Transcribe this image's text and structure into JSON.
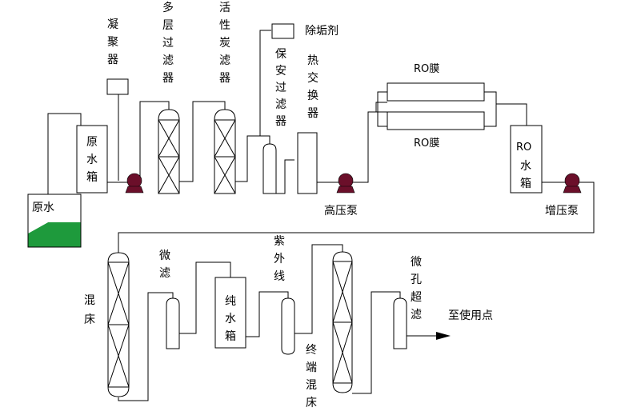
{
  "colors": {
    "raw_water_fill": "#1e9a3c",
    "pump": "#6b0f2a",
    "line": "#000000"
  },
  "labels": {
    "raw_water": "原水",
    "coagulant": "凝聚器",
    "multi_media_filter": "多层过滤器",
    "activated_carbon_filter": "活性炭滤器",
    "antiscalant": "除垢剂",
    "security_filter": "保安过滤器",
    "heat_exchanger": "热交换器",
    "ro_membrane_top": "RO膜",
    "ro_membrane_bottom": "RO膜",
    "raw_water_tank": "原水箱",
    "high_pressure_pump": "高压泵",
    "ro_tank": "RO水箱",
    "booster_pump": "增压泵",
    "mixed_bed": "混床",
    "micro_filter": "微滤",
    "uv": "紫外线",
    "pure_water_tank": "纯水箱",
    "terminal_mixed_bed": "终端混床",
    "micro_ultra_filter": "微孔超滤",
    "to_use_point": "至使用点"
  }
}
